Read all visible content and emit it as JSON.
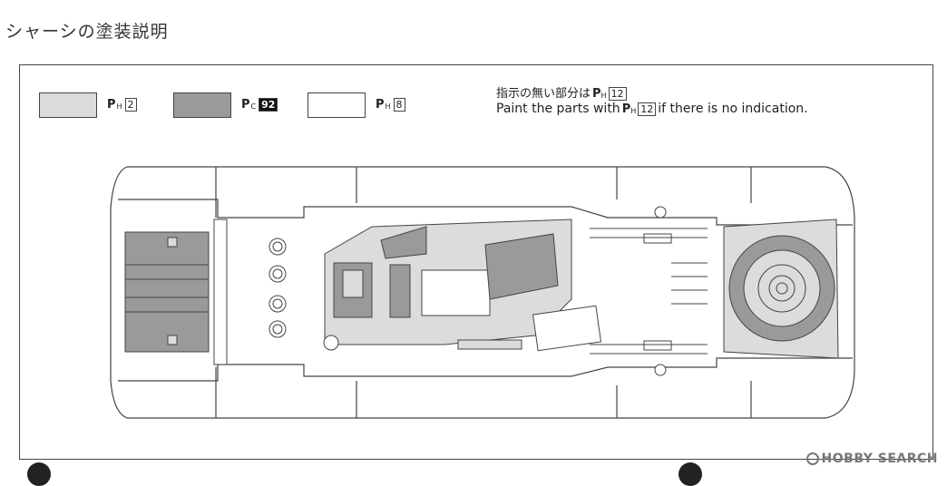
{
  "title": "シャーシの塗装説明",
  "legend": [
    {
      "color": "#dcdcdc",
      "prefix": "P",
      "sub": "H",
      "num": "2",
      "dark": false
    },
    {
      "color": "#9a9a9a",
      "prefix": "P",
      "sub": "C",
      "num": "92",
      "dark": true
    },
    {
      "color": "#ffffff",
      "prefix": "P",
      "sub": "H",
      "num": "8",
      "dark": false
    }
  ],
  "note": {
    "jp_text": "指示の無い部分は",
    "jp_prefix": "P",
    "jp_sub": "H",
    "jp_num": "12",
    "en_before": "Paint the parts with",
    "en_prefix": "P",
    "en_sub": "H",
    "en_num": "12",
    "en_after": "if there is no indication."
  },
  "watermark": "HOBBY SEARCH",
  "colors": {
    "light_gray": "#dcdcdc",
    "dark_gray": "#9a9a9a",
    "white": "#ffffff",
    "line": "#444444"
  }
}
